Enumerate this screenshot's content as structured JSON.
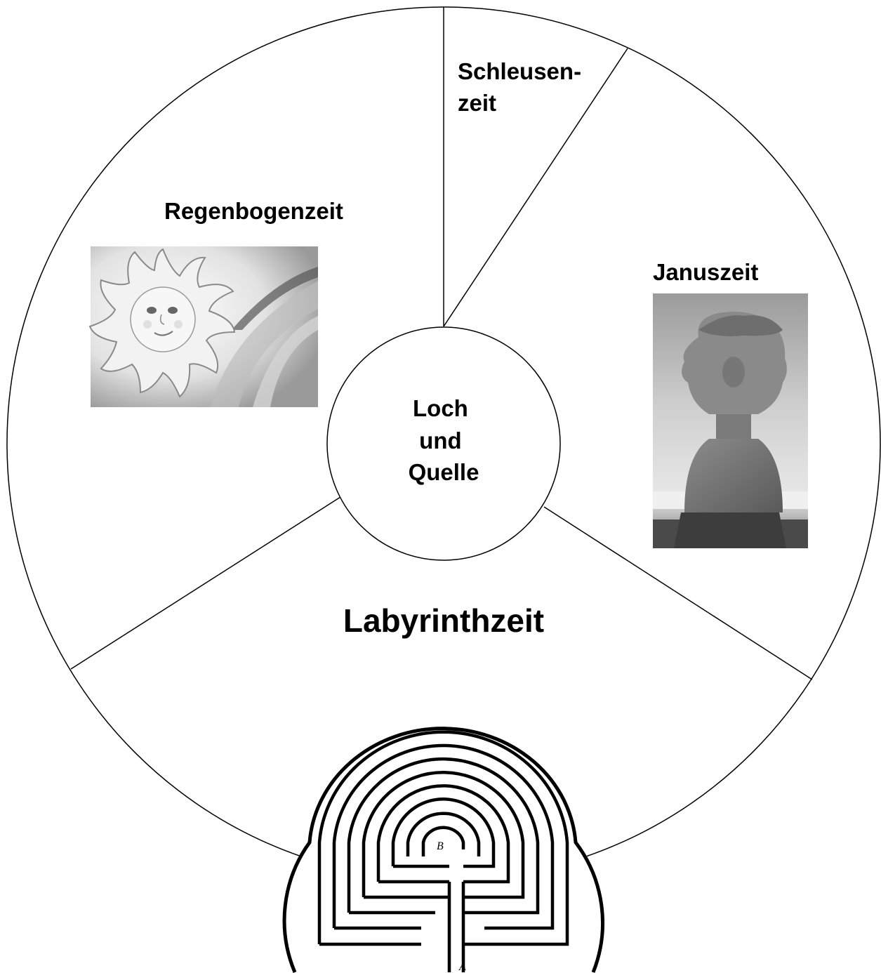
{
  "diagram": {
    "title": "",
    "center": {
      "lines": [
        "Loch",
        "und",
        "Quelle"
      ]
    },
    "segments": {
      "schleusen": {
        "lines": [
          "Schleusen-",
          "zeit"
        ]
      },
      "regenbogen": {
        "label": "Regenbogenzeit"
      },
      "janus": {
        "label": "Januszeit"
      },
      "labyrinth": {
        "label": "Labyrinthzeit"
      }
    },
    "images": {
      "sun": {
        "icon": "sun-face-illustration"
      },
      "janus": {
        "icon": "janus-bust-photo"
      },
      "labyrinth": {
        "icon": "classical-labyrinth",
        "markers": [
          "B",
          "A"
        ]
      }
    },
    "colors": {
      "line": "#000000",
      "background": "#ffffff"
    }
  }
}
